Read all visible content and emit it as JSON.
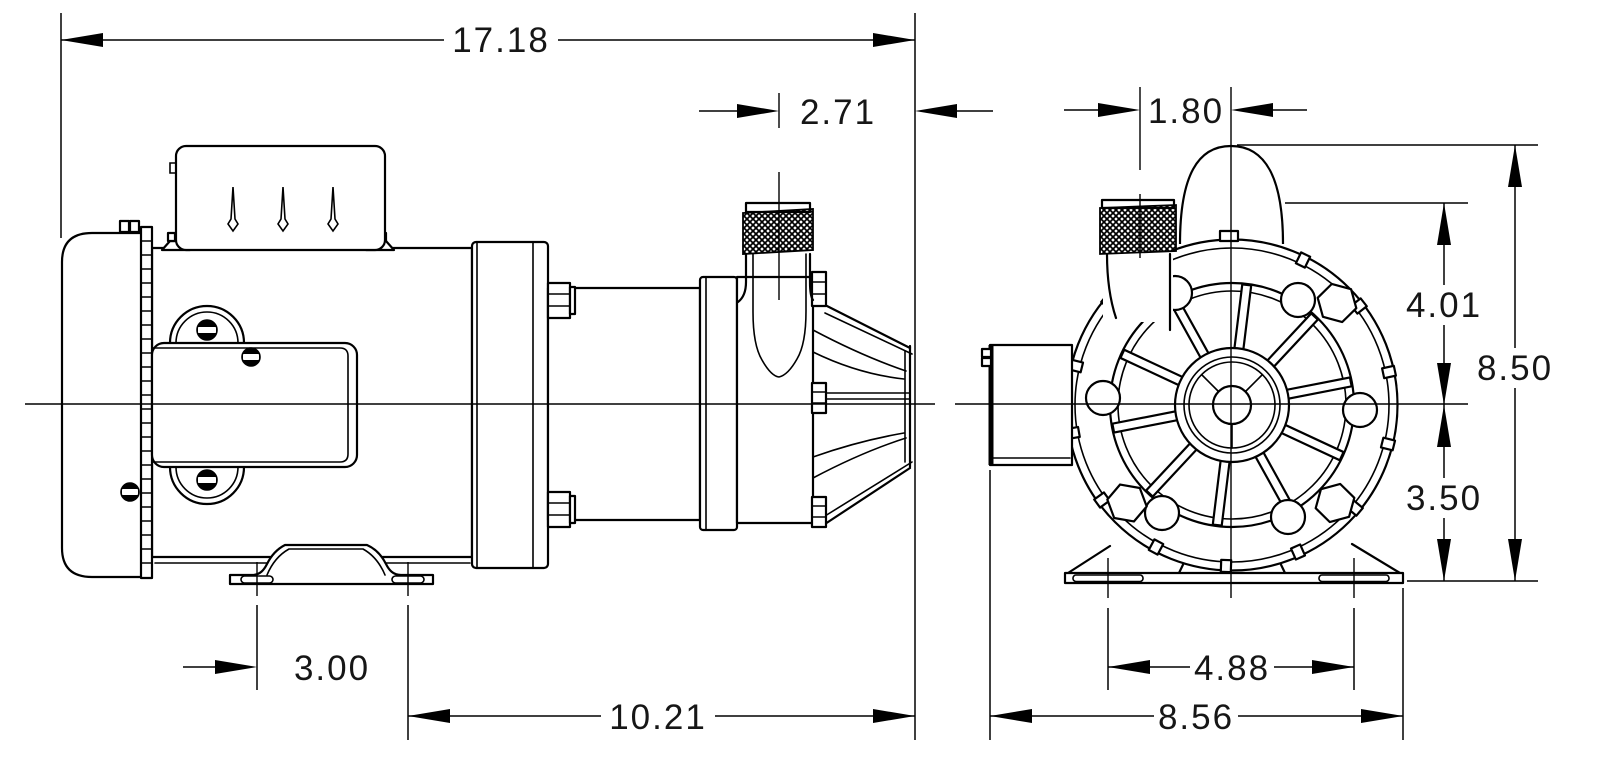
{
  "drawing": {
    "kind": "pump outline dimension drawing",
    "colors": {
      "line": "#000000",
      "background": "#ffffff"
    },
    "dimensions": {
      "overall_length": "17.18",
      "port_setback": "2.71",
      "port_offset": "1.80",
      "port_height": "4.01",
      "overall_height": "8.50",
      "center_to_base": "3.50",
      "foot_slot": "3.00",
      "wet_end": "10.21",
      "slot_spacing": "4.88",
      "base_length": "8.56"
    }
  }
}
